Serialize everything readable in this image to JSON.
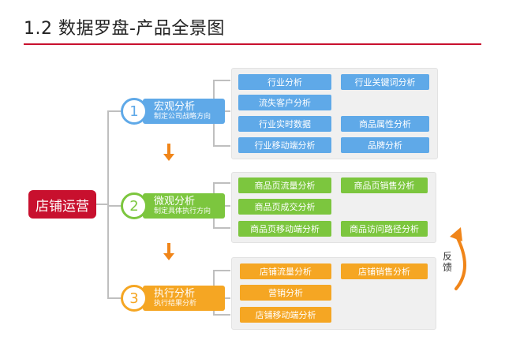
{
  "title": "1.2 数据罗盘-产品全景图",
  "root_label": "店铺运营",
  "feedback": "反馈",
  "colors": {
    "blue": "#5fa9e8",
    "green": "#7cc63e",
    "orange": "#f5a623",
    "red": "#c8102e"
  },
  "levels": [
    {
      "number": "1",
      "title": "宏观分析",
      "subtitle": "制定公司战略方向",
      "chips": [
        "行业分析",
        "行业关键词分析",
        "流失客户分析",
        "行业实时数据",
        "商品属性分析",
        "行业移动端分析",
        "品牌分析"
      ]
    },
    {
      "number": "2",
      "title": "微观分析",
      "subtitle": "制定具体执行方向",
      "chips": [
        "商品页流量分析",
        "商品页销售分析",
        "商品页成交分析",
        "商品页移动端分析",
        "商品访问路径分析"
      ]
    },
    {
      "number": "3",
      "title": "执行分析",
      "subtitle": "执行结果分析",
      "chips": [
        "店铺流量分析",
        "店铺销售分析",
        "营销分析",
        "店铺移动端分析"
      ]
    }
  ]
}
